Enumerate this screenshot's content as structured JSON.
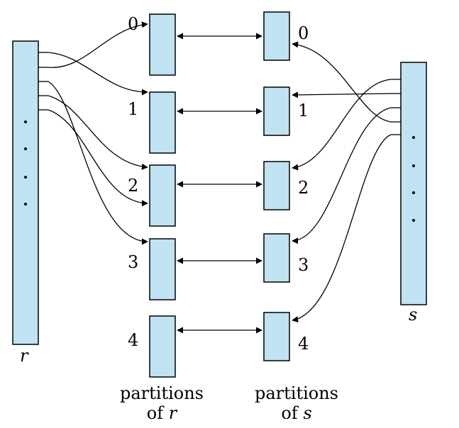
{
  "colors": {
    "box_fill": "#bfe3f2",
    "line": "#000000"
  },
  "relation_r": {
    "label": "r"
  },
  "relation_s": {
    "label": "s"
  },
  "partitions_r": {
    "numbers": [
      "0",
      "1",
      "2",
      "3",
      "4"
    ],
    "caption_line1": "partitions",
    "caption_of": "of",
    "caption_var": "r"
  },
  "partitions_s": {
    "numbers": [
      "0",
      "1",
      "2",
      "3",
      "4"
    ],
    "caption_line1": "partitions",
    "caption_of": "of",
    "caption_var": "s"
  }
}
